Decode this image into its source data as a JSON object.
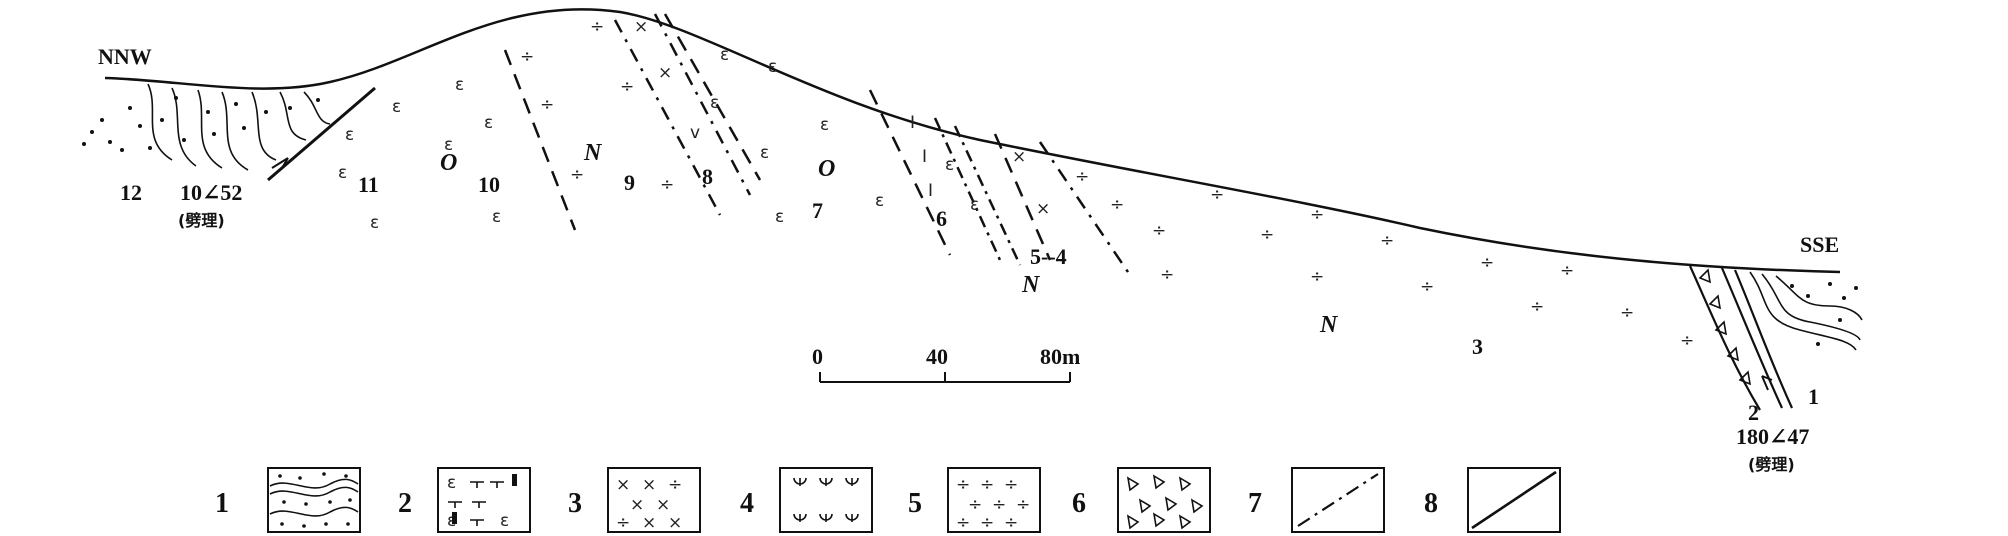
{
  "direction": {
    "left": "NNW",
    "right": "SSE"
  },
  "units": {
    "u12": "12",
    "u11": "11",
    "u10": "10",
    "u9": "9",
    "u8": "8",
    "u7": "7",
    "u6": "6",
    "u54": "5--4",
    "u3": "3",
    "u2": "2",
    "u1": "1"
  },
  "rock_codes": {
    "o": "O",
    "n": "N"
  },
  "attitudes": {
    "left": {
      "value": "10∠52",
      "note": "(劈理)"
    },
    "right": {
      "value": "180∠47",
      "note": "(劈理)"
    }
  },
  "scale_bar": {
    "t0": "0",
    "t40": "40",
    "t80": "80m"
  },
  "legend": [
    "1",
    "2",
    "3",
    "4",
    "5",
    "6",
    "7",
    "8"
  ],
  "symbols": {
    "epsilon": "ε",
    "cross": "×",
    "div": "÷",
    "iota": "I",
    "v": "v"
  },
  "colors": {
    "ink": "#111111",
    "background": "#ffffff"
  }
}
